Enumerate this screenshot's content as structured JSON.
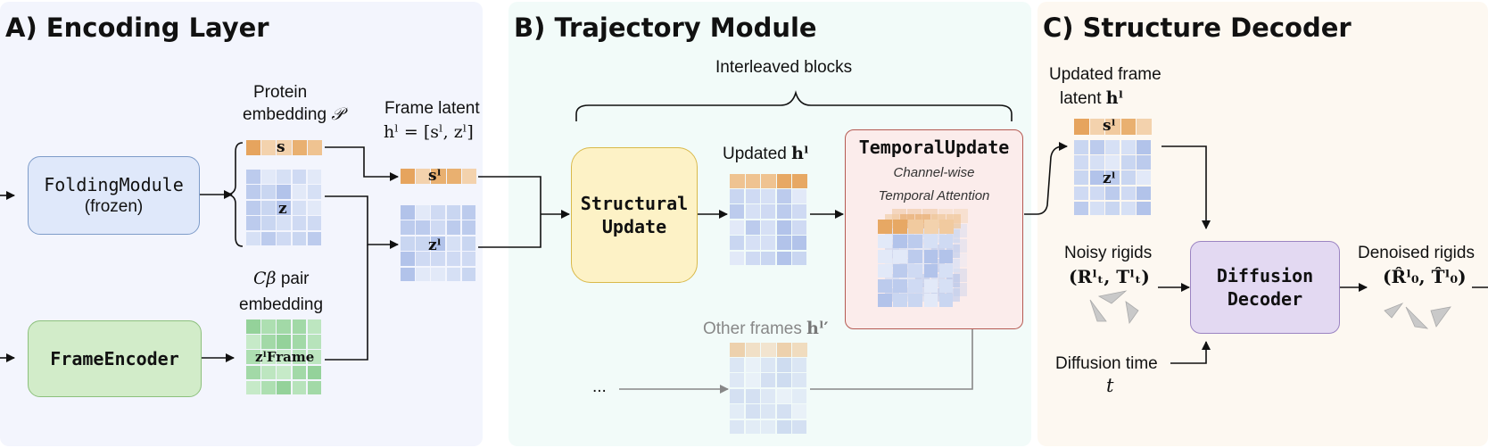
{
  "panels": {
    "a_title": "A) Encoding Layer",
    "b_title": "B) Trajectory Module",
    "c_title": "C) Structure Decoder"
  },
  "modules": {
    "folding_name": "FoldingModule",
    "folding_sub": "(frozen)",
    "frame_encoder": "FrameEncoder",
    "structural_line1": "Structural",
    "structural_line2": "Update",
    "temporal_update": "TemporalUpdate",
    "diffusion_line1": "Diffusion",
    "diffusion_line2": "Decoder"
  },
  "labels": {
    "protein_line1": "Protein",
    "protein_line2": "embedding",
    "protein_symbol": "𝒫",
    "frame_latent_line1": "Frame latent",
    "frame_latent_eq": "hˡ = [sˡ, zˡ]",
    "cbeta_symbol": "Cβ",
    "cbeta_line1_suffix": "pair",
    "cbeta_line2": "embedding",
    "s": "s",
    "z": "z",
    "s_l": "sˡ",
    "z_l": "zˡ",
    "z_frame": "zˡFrame",
    "interleaved": "Interleaved blocks",
    "updated_h": "Updated",
    "updated_h_sym": "hˡ",
    "channel_wise": "Channel-wise",
    "temporal_attention": "Temporal Attention",
    "other_frames": "Other frames",
    "other_frames_sym": "hˡ′",
    "ellipsis": "...",
    "updated_frame_line1": "Updated frame",
    "updated_frame_line2": "latent",
    "updated_frame_sym": "hˡ",
    "noisy_rigids": "Noisy rigids",
    "noisy_sym": "(Rˡₜ, Tˡₜ)",
    "diffusion_time": "Diffusion time",
    "diffusion_t": "t",
    "denoised_rigids": "Denoised rigids",
    "denoised_sym": "(R̂ˡ₀, T̂ˡ₀)"
  },
  "colors": {
    "panel_a_bg": "#f3f5fd",
    "panel_b_bg": "#f2fbf9",
    "panel_c_bg": "#fdf8f1",
    "folding_fill": "#dfe8fa",
    "folding_stroke": "#7e9cc9",
    "encoder_fill": "#d2ecc9",
    "encoder_stroke": "#8cc07c",
    "structural_fill": "#fdf2c6",
    "structural_stroke": "#d9b94a",
    "temporal_fill": "#fbeceb",
    "temporal_stroke": "#b55a52",
    "diffusion_fill": "#e3d9f2",
    "diffusion_stroke": "#9b84c2",
    "orange_strip": "#e9b070",
    "blue_grid": "#c7d4ef",
    "green_grid": "#a9dcae"
  }
}
